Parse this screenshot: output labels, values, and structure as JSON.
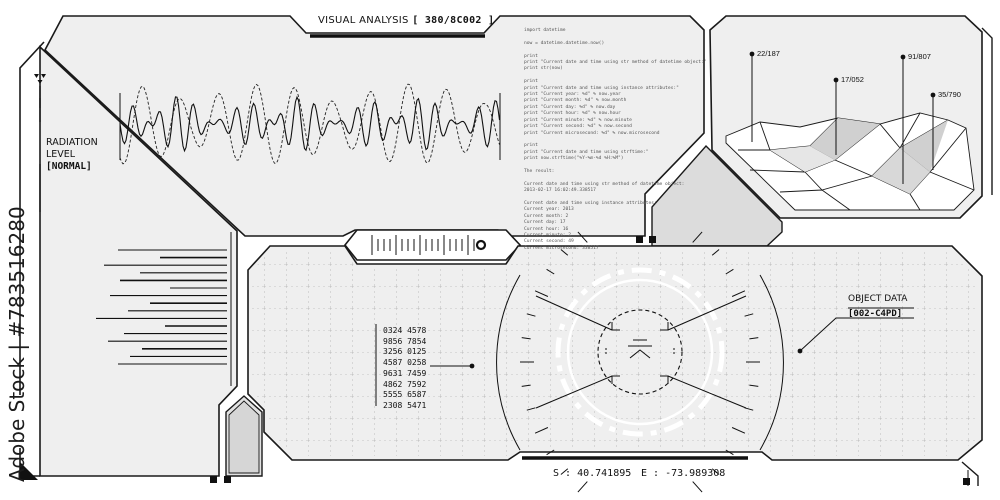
{
  "header": {
    "label": "VISUAL ANALYSIS",
    "code": "[ 380/8C002 ]"
  },
  "radiation": {
    "label_line1": "RADIATION",
    "label_line2": "LEVEL",
    "status": "[NORMAL]"
  },
  "terrain_readouts": [
    "22/187",
    "17/052",
    "91/807",
    "35/790"
  ],
  "code_lines": [
    "import datetime",
    "",
    "now = datetime.datetime.now()",
    "",
    "print",
    "print \"Current date and time using str method of datetime object:\"",
    "print str(now)",
    "",
    "print",
    "print \"Current date and time using instance attributes:\"",
    "print \"Current year: %d\" % now.year",
    "print \"Current month: %d\" % now.month",
    "print \"Current day: %d\" % now.day",
    "print \"Current hour: %d\" % now.hour",
    "print \"Current minute: %d\" % now.minute",
    "print \"Current second: %d\" % now.second",
    "print \"Current microsecond: %d\" % now.microsecond",
    "",
    "print",
    "print \"Current date and time using strftime:\"",
    "print now.strftime(\"%Y-%m-%d %H:%M\")",
    "",
    "The result:",
    "",
    "Current date and time using str method of datetime object:",
    "2013-02-17 16:02:49.338517",
    "",
    "Current date and time using instance attributes:",
    "Current year: 2013",
    "Current month: 2",
    "Current day: 17",
    "Current hour: 16",
    "Current minute: 2",
    "Current second: 49",
    "Current microsecond: 338517"
  ],
  "number_readouts": [
    "0324 4578",
    "9856 7854",
    "3256 0125",
    "4587 0258",
    "9631 7459",
    "4862 7592",
    "5555 6587",
    "2308 5471"
  ],
  "object_data": {
    "label": "OBJECT DATA",
    "code": "[002-C4PD]"
  },
  "coordinates": {
    "s_label": "S : 40.741895",
    "e_label": "E : -73.989308"
  },
  "watermark": "Adobe Stock | #783516280",
  "colors": {
    "panel_fill": "#efefef",
    "line": "#1a1a1a",
    "accent_fill": "#d6d6d6"
  }
}
